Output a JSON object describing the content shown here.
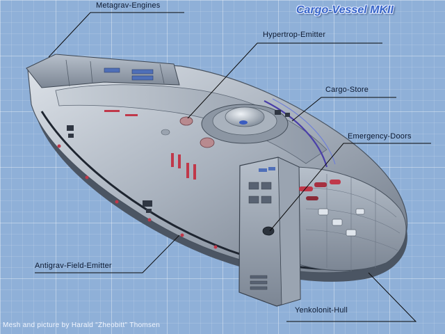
{
  "title": "Cargo-Vessel MKII",
  "credit": "Mesh and picture by Harald \"Zheobitt\" Thomsen",
  "labels": {
    "metagrav_engines": "Metagrav-Engines",
    "hypertrop_emitter": "Hypertrop-Emitter",
    "cargo_store": "Cargo-Store",
    "emergency_doors": "Emergency-Doors",
    "antigrav_field_emitter": "Antigrav-Field-Emitter",
    "yenkolonit_hull": "Yenkolonit-Hull"
  },
  "colors": {
    "background": "#8fb0d8",
    "title": "#3a66c8",
    "hull": "#aab3c0",
    "accent_red": "#c0384a",
    "accent_blue": "#3a5cc0"
  }
}
